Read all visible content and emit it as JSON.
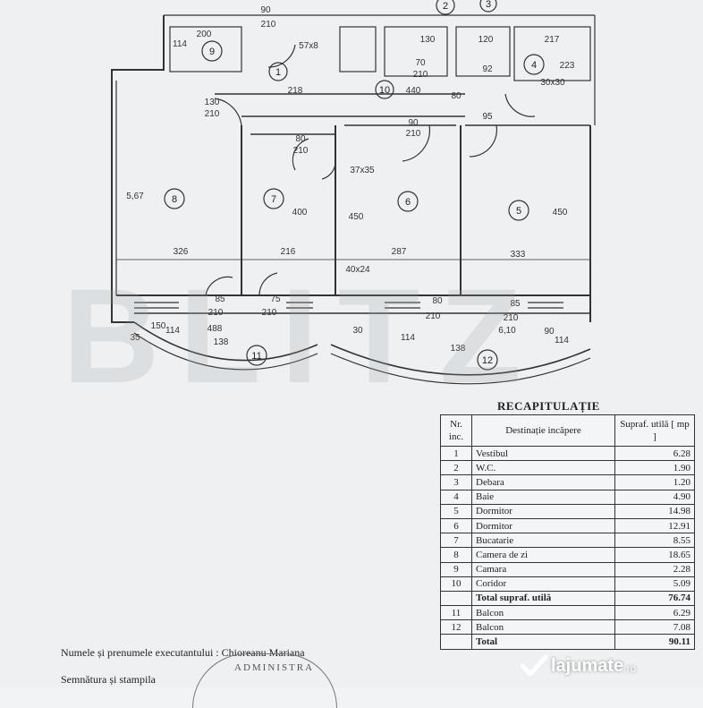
{
  "plan": {
    "room_numbers": [
      "1",
      "2",
      "3",
      "4",
      "5",
      "6",
      "7",
      "8",
      "9",
      "10",
      "11",
      "12"
    ],
    "dimensions": [
      "200",
      "114",
      "90",
      "210",
      "57x8",
      "130",
      "120",
      "217",
      "223",
      "70",
      "210",
      "92",
      "218",
      "440",
      "80",
      "95",
      "30x30",
      "130",
      "210",
      "90",
      "210",
      "80",
      "210",
      "37x35",
      "5,67",
      "400",
      "450",
      "450",
      "326",
      "216",
      "287",
      "333",
      "40x24",
      "85",
      "210",
      "75",
      "210",
      "80",
      "210",
      "85",
      "210",
      "150",
      "114",
      "488",
      "138",
      "6,10",
      "138",
      "90",
      "114",
      "35",
      "30",
      "114"
    ]
  },
  "watermark": "BLITZ",
  "recap": {
    "title": "RECAPITULAȚIE",
    "headers": {
      "nr": "Nr. inc.",
      "dest": "Destinație incăpere",
      "supraf": "Supraf. utilă [ mp ]"
    },
    "rows": [
      {
        "nr": "1",
        "dest": "Vestibul",
        "val": "6.28"
      },
      {
        "nr": "2",
        "dest": "W.C.",
        "val": "1.90"
      },
      {
        "nr": "3",
        "dest": "Debara",
        "val": "1.20"
      },
      {
        "nr": "4",
        "dest": "Baie",
        "val": "4.90"
      },
      {
        "nr": "5",
        "dest": "Dormitor",
        "val": "14.98"
      },
      {
        "nr": "6",
        "dest": "Dormitor",
        "val": "12.91"
      },
      {
        "nr": "7",
        "dest": "Bucatarie",
        "val": "8.55"
      },
      {
        "nr": "8",
        "dest": "Camera de zi",
        "val": "18.65"
      },
      {
        "nr": "9",
        "dest": "Camara",
        "val": "2.28"
      },
      {
        "nr": "10",
        "dest": "Coridor",
        "val": "5.09"
      }
    ],
    "total_util": {
      "label": "Total supraf. utilă",
      "val": "76.74"
    },
    "balcony_rows": [
      {
        "nr": "11",
        "dest": "Balcon",
        "val": "6.29"
      },
      {
        "nr": "12",
        "dest": "Balcon",
        "val": "7.08"
      }
    ],
    "total": {
      "label": "Total",
      "val": "90.11"
    }
  },
  "executant": "Numele și prenumele executantului : Chioreanu Mariana",
  "signature": "Semnătura și stampila",
  "stamp_text": "ADMINISTRA",
  "logo": {
    "name": "lajumate",
    "tld": ".ro"
  },
  "colors": {
    "ink": "#222222",
    "paper": "#eef0f1",
    "watermark": "#a0a5aa"
  }
}
